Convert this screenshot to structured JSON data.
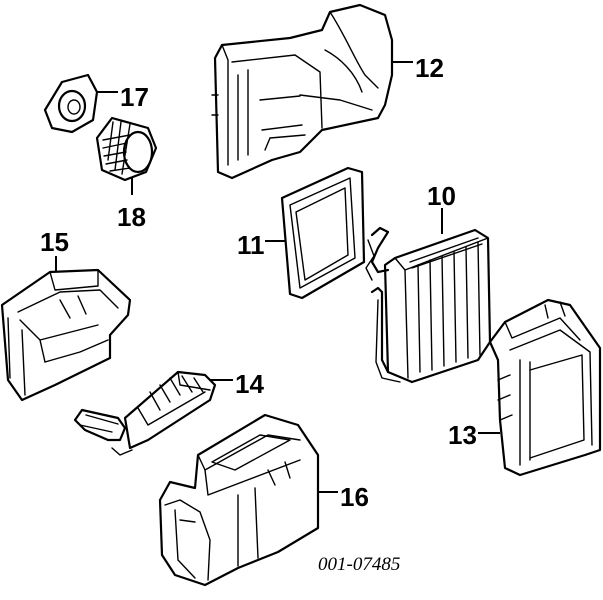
{
  "callouts": {
    "c10": "10",
    "c11": "11",
    "c12": "12",
    "c13": "13",
    "c14": "14",
    "c15": "15",
    "c16": "16",
    "c17": "17",
    "c18": "18"
  },
  "reference_number": "001-07485",
  "colors": {
    "ink": "#000000",
    "paper": "#ffffff"
  }
}
